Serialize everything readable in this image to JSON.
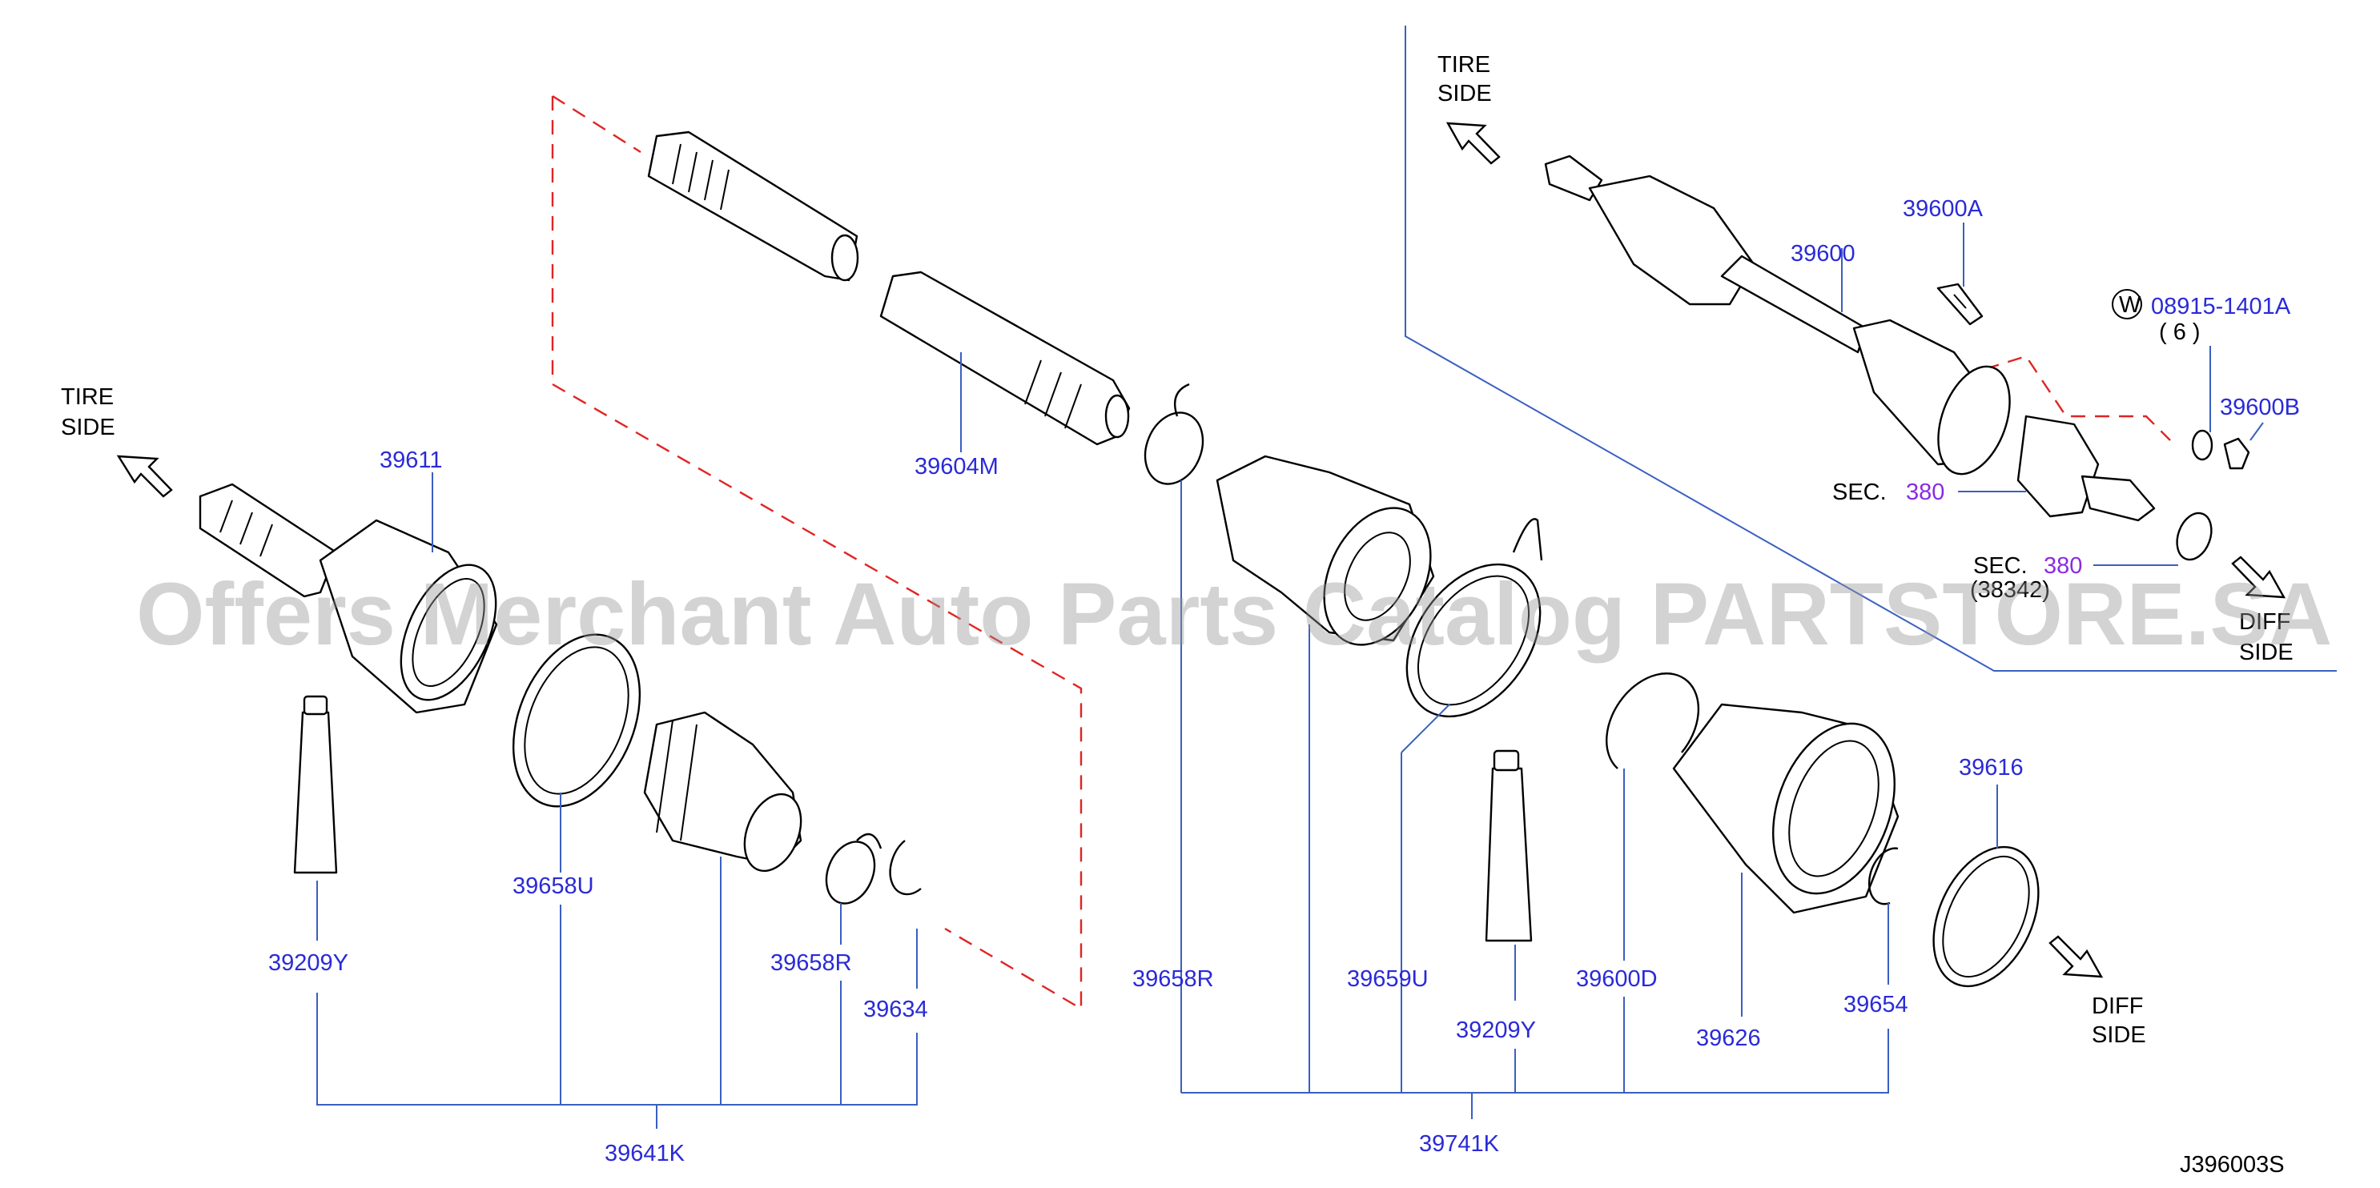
{
  "watermark": "Offers Merchant Auto Parts Catalog PARTSTORE.SA",
  "diagram_code": "J396003S",
  "direction_labels": {
    "tire_left_1": "TIRE",
    "tire_left_2": "SIDE",
    "tire_right_1": "TIRE",
    "tire_right_2": "SIDE",
    "diff_upper_1": "DIFF",
    "diff_upper_2": "SIDE",
    "diff_lower_1": "DIFF",
    "diff_lower_2": "SIDE"
  },
  "parts": {
    "p39611": "39611",
    "p39604M": "39604M",
    "p39658U": "39658U",
    "p39209Y_left": "39209Y",
    "p39658R_small": "39658R",
    "p39634": "39634",
    "p39641K": "39641K",
    "p39658R_center": "39658R",
    "p39659U": "39659U",
    "p39209Y_right": "39209Y",
    "p39600D": "39600D",
    "p39626": "39626",
    "p39654": "39654",
    "p39616": "39616",
    "p39741K": "39741K",
    "p39600": "39600",
    "p39600A": "39600A",
    "p08915": "08915-1401A",
    "p08915_qty": "( 6 )",
    "p39600B": "39600B",
    "w_symbol": "W"
  },
  "sections": {
    "sec1_label": "SEC.",
    "sec1_num": "380",
    "sec2_label": "SEC.",
    "sec2_num": "380",
    "sec2_sub": "(38342)"
  },
  "colors": {
    "part_number": "#2a2ad8",
    "section_number": "#8a2be2",
    "leader": "#3a5fc0",
    "phantom": "#e02424"
  }
}
